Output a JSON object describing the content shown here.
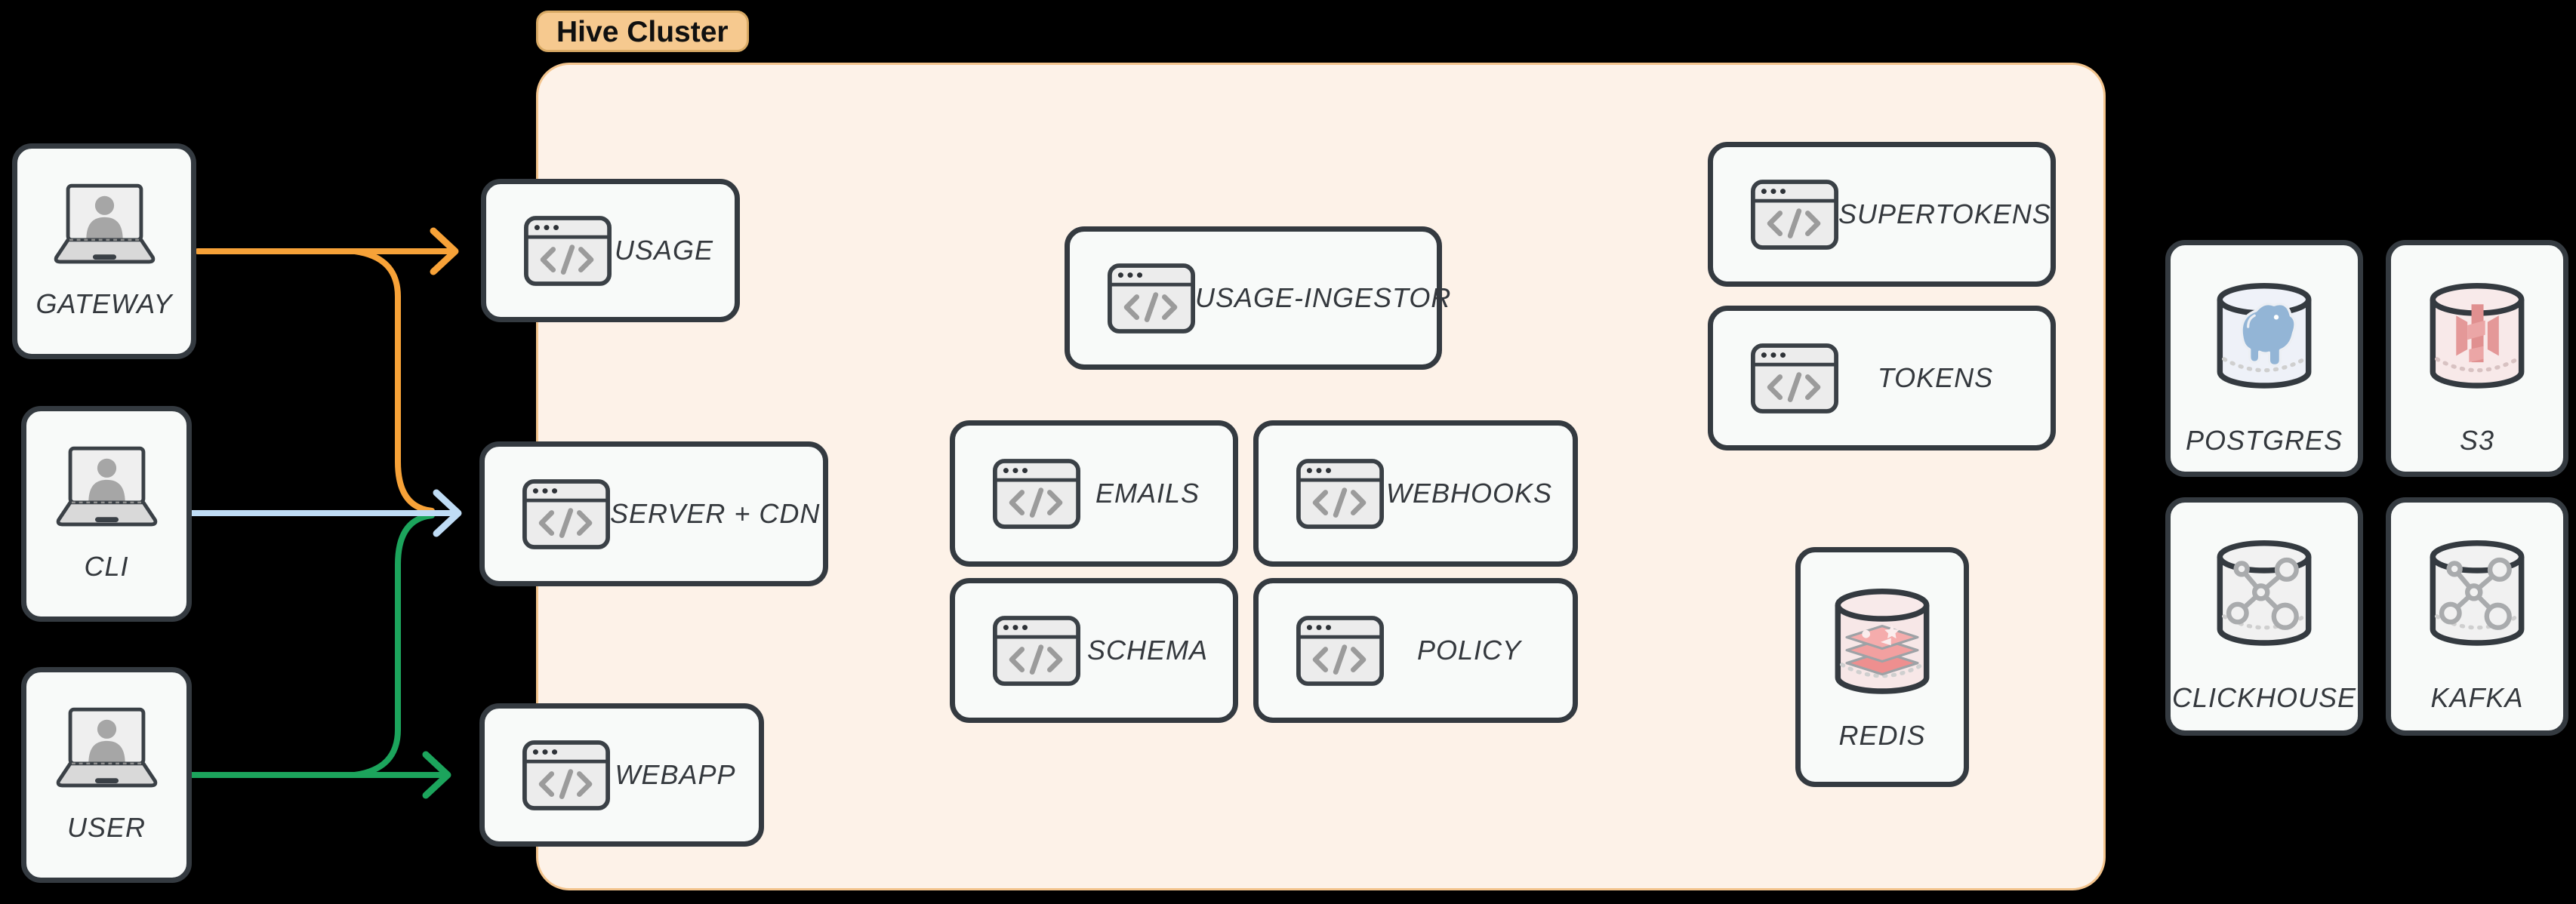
{
  "badge": {
    "label": "Hive Cluster"
  },
  "clients": [
    {
      "id": "gateway",
      "label": "GATEWAY"
    },
    {
      "id": "cli",
      "label": "CLI"
    },
    {
      "id": "user",
      "label": "USER"
    }
  ],
  "services": {
    "usage": "USAGE",
    "server_cdn": "SERVER + CDN",
    "webapp": "WEBAPP",
    "usage_ingestor": "USAGE-INGESTOR",
    "emails": "EMAILS",
    "webhooks": "WEBHOOKS",
    "schema": "SCHEMA",
    "policy": "POLICY",
    "supertokens": "SUPERTOKENS",
    "tokens": "TOKENS",
    "redis": "REDIS"
  },
  "stores": {
    "postgres": "POSTGRES",
    "s3": "S3",
    "clickhouse": "CLICKHOUSE",
    "kafka": "KAFKA"
  },
  "edges": [
    {
      "from": "GATEWAY",
      "to": "USAGE",
      "color_key": "arrow_orange"
    },
    {
      "from": "GATEWAY",
      "to": "SERVER + CDN",
      "color_key": "arrow_orange"
    },
    {
      "from": "CLI",
      "to": "SERVER + CDN",
      "color_key": "arrow_blue"
    },
    {
      "from": "USER",
      "to": "SERVER + CDN",
      "color_key": "arrow_green"
    },
    {
      "from": "USER",
      "to": "WEBAPP",
      "color_key": "arrow_green"
    }
  ],
  "colors": {
    "background": "#000000",
    "cluster_fill": "#FDF2E8",
    "cluster_border": "#F3C48D",
    "badge_fill": "#F6C98F",
    "node_fill": "#F8FAF9",
    "node_border": "#343A40",
    "label_text": "#34383D",
    "arrow_orange": "#F7A238",
    "arrow_blue": "#BFDCF5",
    "arrow_green": "#1CA45C"
  }
}
